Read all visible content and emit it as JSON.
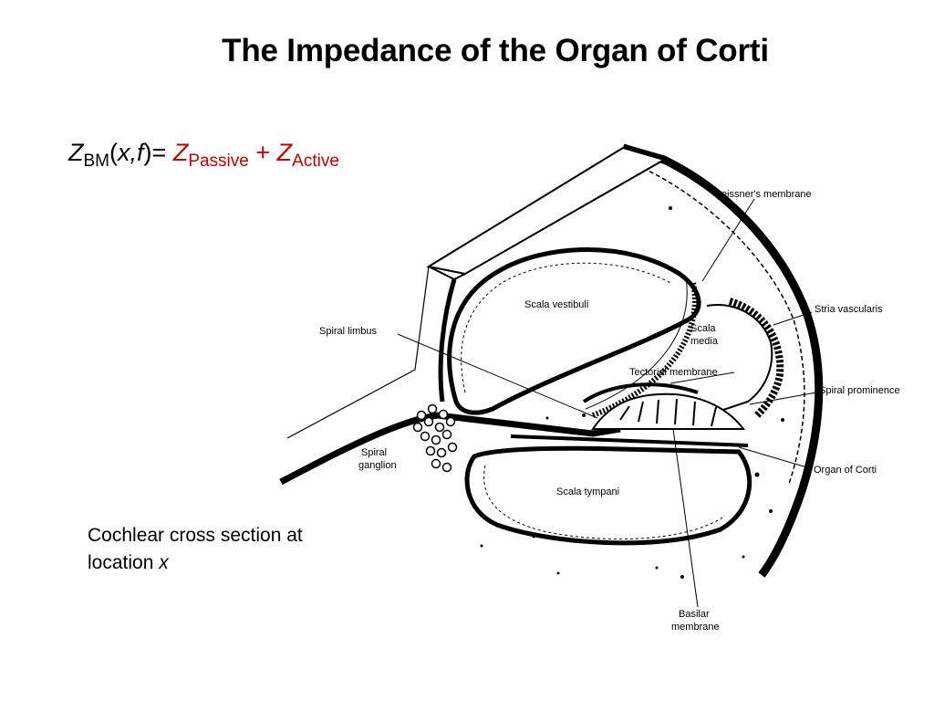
{
  "slide": {
    "title": "The Impedance of the Organ of Corti"
  },
  "equation": {
    "lhs_symbol": "Z",
    "lhs_subscript": "BM",
    "open_paren": "(",
    "args": "x,f",
    "close_paren": ")",
    "equals": "=",
    "term1_symbol": "Z",
    "term1_subscript": "Passive",
    "plus": "+",
    "term2_symbol": "Z",
    "term2_subscript": "Active"
  },
  "caption": {
    "line1": "Cochlear cross section at",
    "line2_prefix": "location ",
    "line2_var": "x"
  },
  "diagram": {
    "labels": {
      "reissners_membrane": "Reissner's membrane",
      "scala_vestibuli": "Scala vestibuli",
      "stria_vascularis": "Stria vascularis",
      "spiral_limbus": "Spiral limbus",
      "scala_media_1": "Scala",
      "scala_media_2": "media",
      "tectorial_membrane": "Tectorial membrane",
      "spiral_prominence": "Spiral prominence",
      "spiral_ganglion_1": "Spiral",
      "spiral_ganglion_2": "ganglion",
      "organ_of_corti": "Organ of Corti",
      "scala_tympani": "Scala tympani",
      "basilar_membrane_1": "Basilar",
      "basilar_membrane_2": "membrane"
    }
  },
  "colors": {
    "title": "#000000",
    "active_terms": "#c00000",
    "diagram_ink": "#000000"
  }
}
